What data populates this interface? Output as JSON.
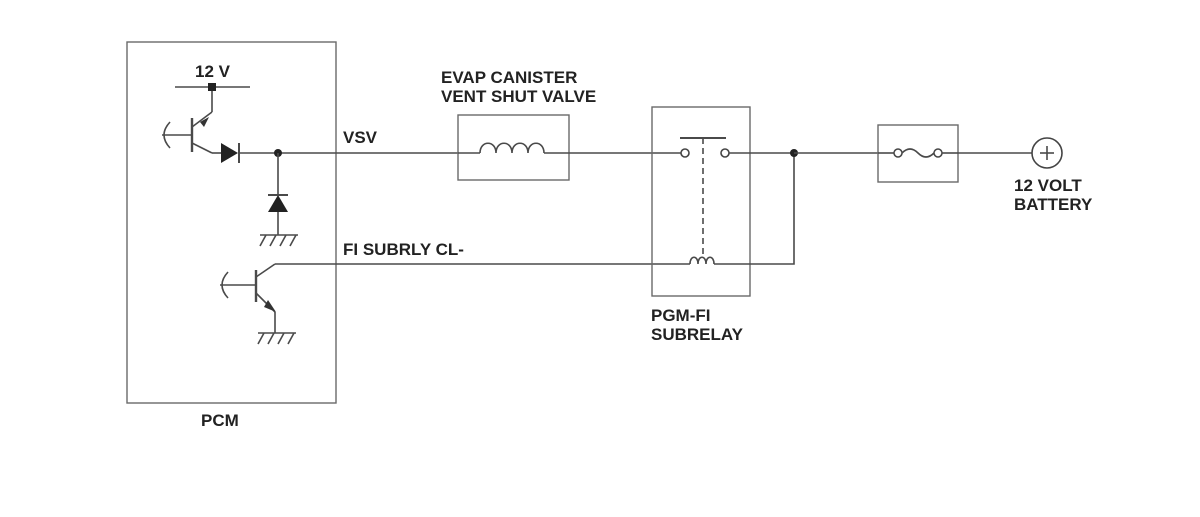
{
  "labels": {
    "pcm": "PCM",
    "supply_12v": "12 V",
    "vsv": "VSV",
    "fi_subrly": "FI SUBRLY CL-",
    "evap_line1": "EVAP CANISTER",
    "evap_line2": "VENT SHUT VALVE",
    "subrelay_line1": "PGM-FI",
    "subrelay_line2": "SUBRELAY",
    "battery_line1": "12 VOLT",
    "battery_line2": "BATTERY"
  },
  "colors": {
    "line": "#4a4a4a",
    "text": "#222222",
    "background": "#ffffff"
  }
}
